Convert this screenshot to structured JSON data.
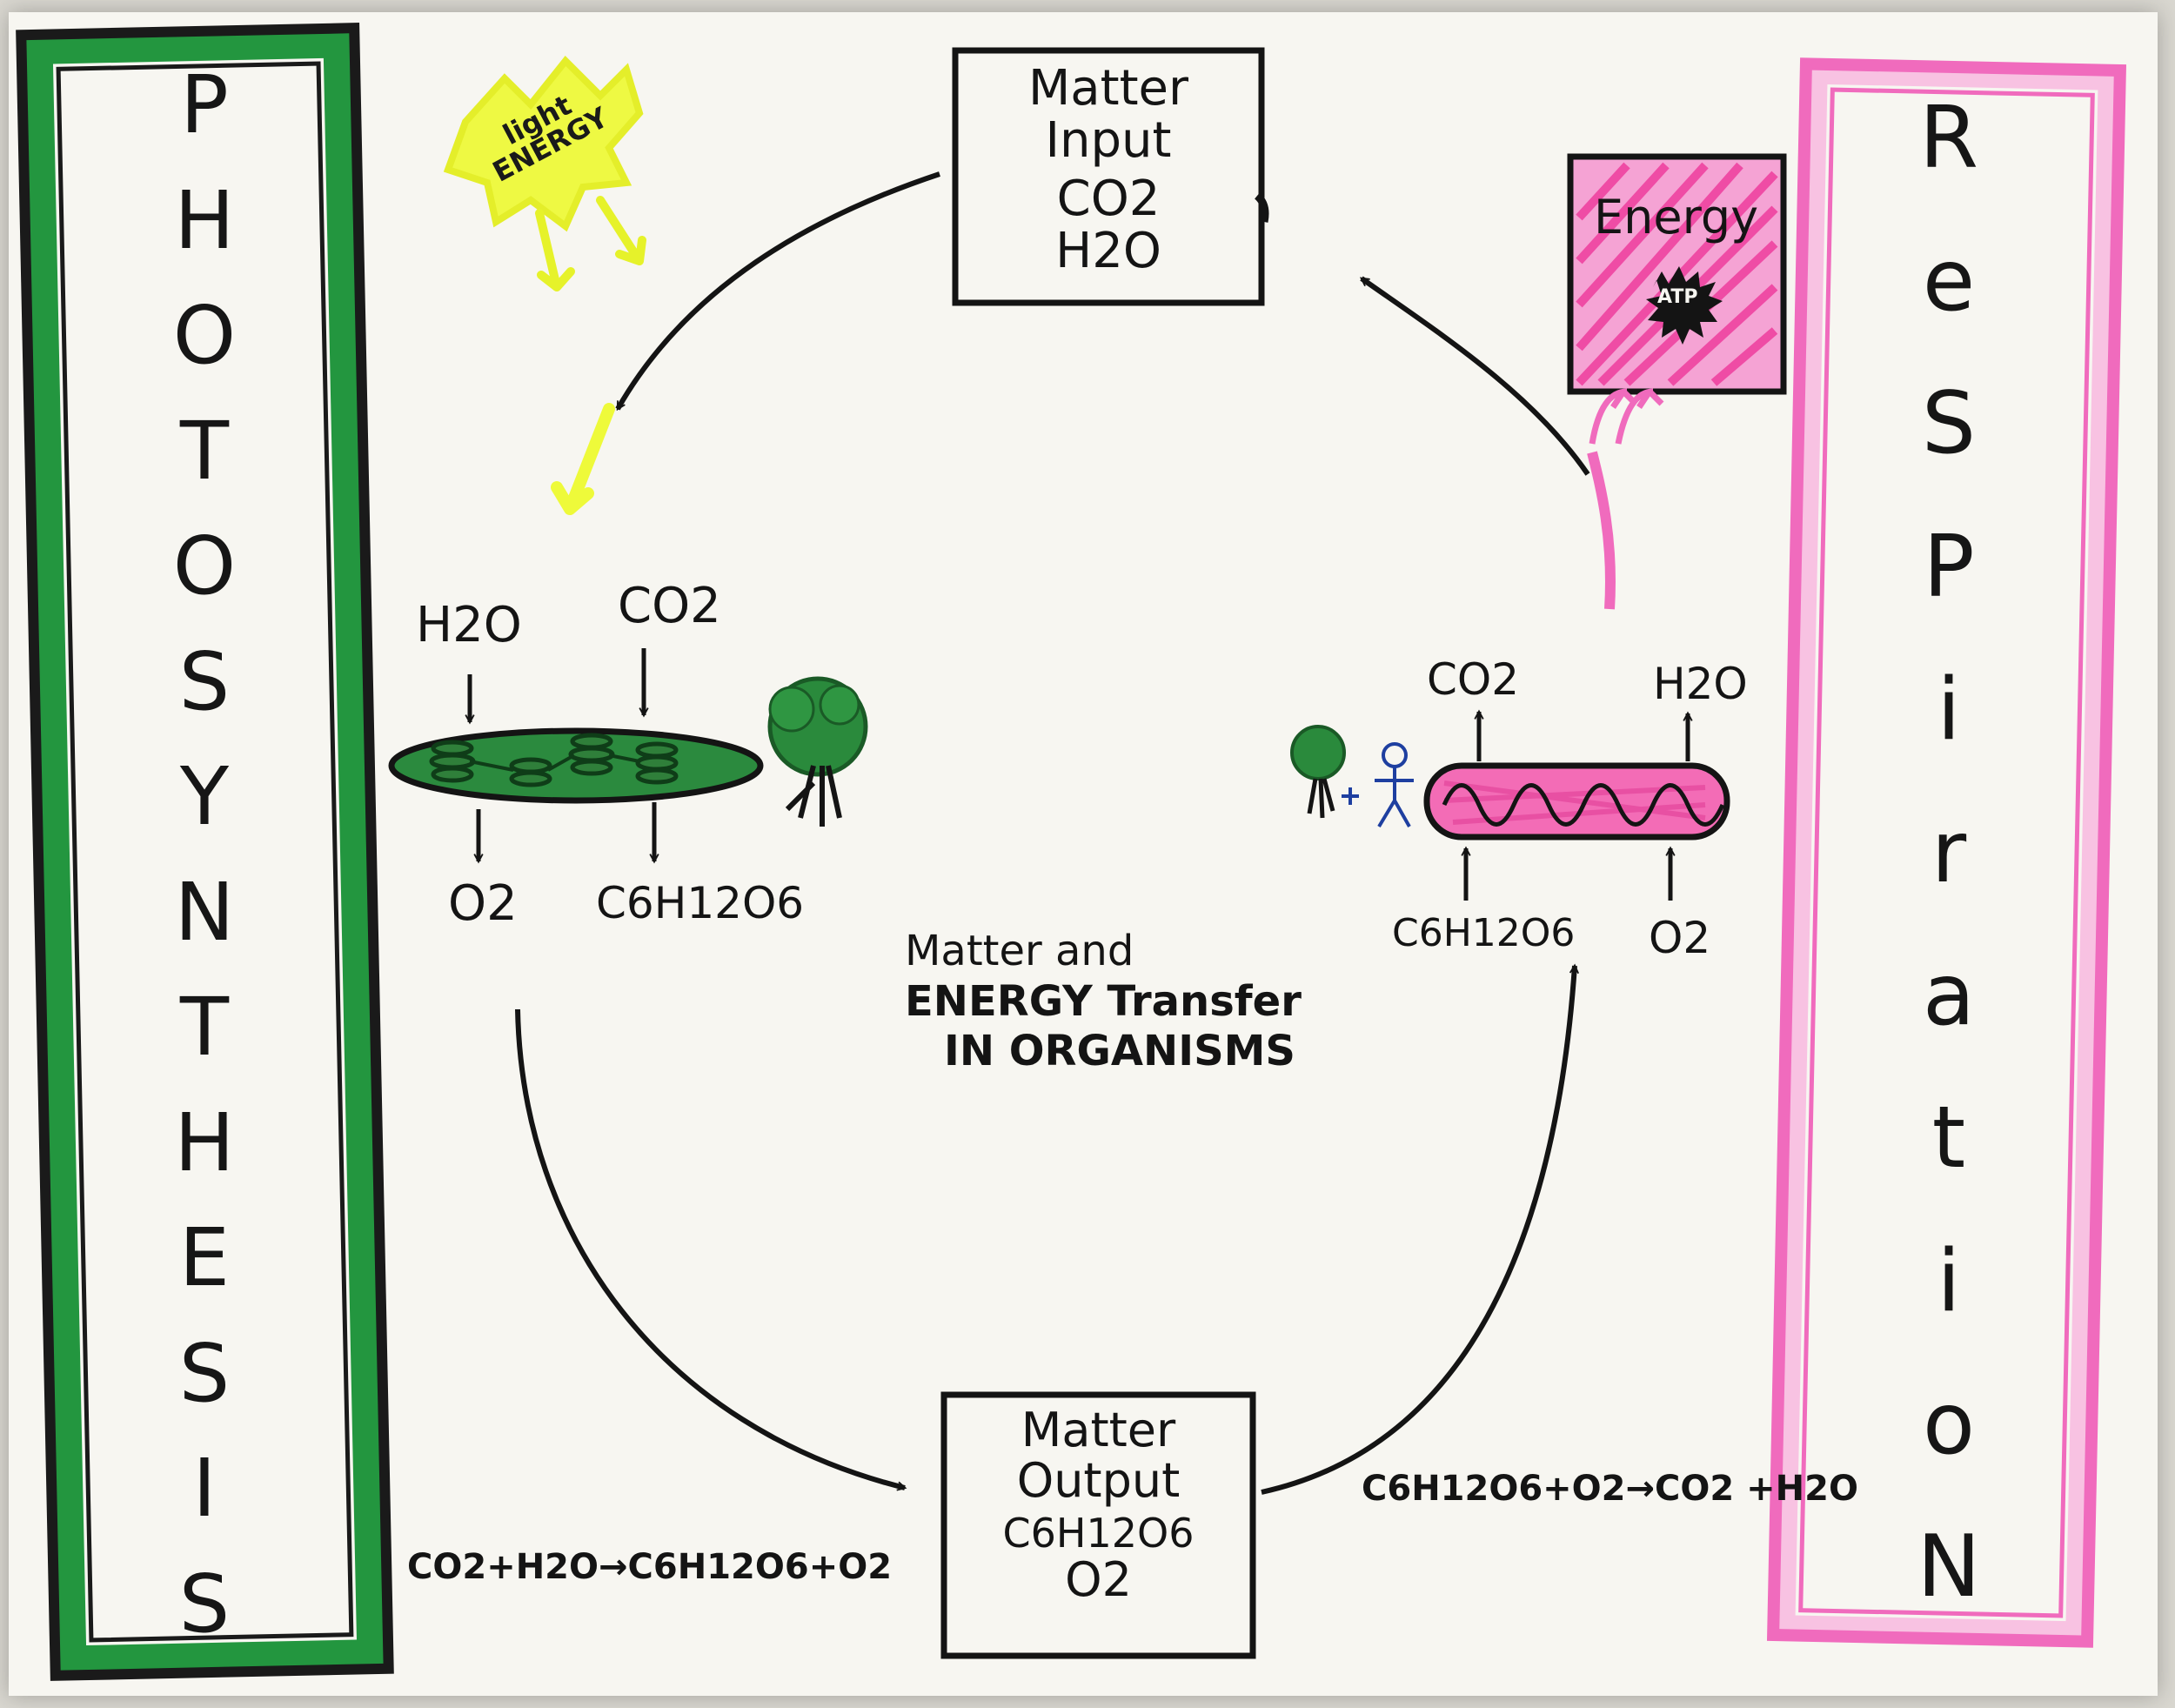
{
  "photosynthesis_banner": {
    "letters": [
      "P",
      "H",
      "O",
      "T",
      "O",
      "S",
      "Y",
      "N",
      "T",
      "H",
      "E",
      "S",
      "I",
      "S"
    ],
    "color": "#1f8c3a"
  },
  "respiration_banner": {
    "letters": [
      "R",
      "e",
      "S",
      "P",
      "i",
      "r",
      "a",
      "t",
      "i",
      "o",
      "N"
    ],
    "color": "#f06bbd"
  },
  "light_energy": {
    "line1": "light",
    "line2": "ENERGY",
    "color": "#eefa3a"
  },
  "matter_input": {
    "line1": "Matter",
    "line2": "Input",
    "line3": "CO2",
    "line4": "H2O"
  },
  "matter_output": {
    "line1": "Matter",
    "line2": "Output",
    "line3": "C6H12O6",
    "line4": "O2"
  },
  "energy_box": {
    "title": "Energy",
    "atp": "ATP",
    "color": "#ee2f96"
  },
  "center_title": {
    "line1": "Matter and",
    "line2": "ENERGY Transfer",
    "line3": "IN ORGANISMS"
  },
  "chloroplast": {
    "in_left": "H2O",
    "in_right": "CO2",
    "out_left": "O2",
    "out_right": "C6H12O6",
    "color": "#1e7a32"
  },
  "mitochondrion": {
    "out_left": "CO2",
    "out_right": "H2O",
    "in_left": "C6H12O6",
    "in_right": "O2",
    "color": "#ee4fa6"
  },
  "equations": {
    "photosynthesis": "CO2+H2O→C6H12O6+O2",
    "respiration": "C6H12O6+O2→CO2 +H2O"
  }
}
